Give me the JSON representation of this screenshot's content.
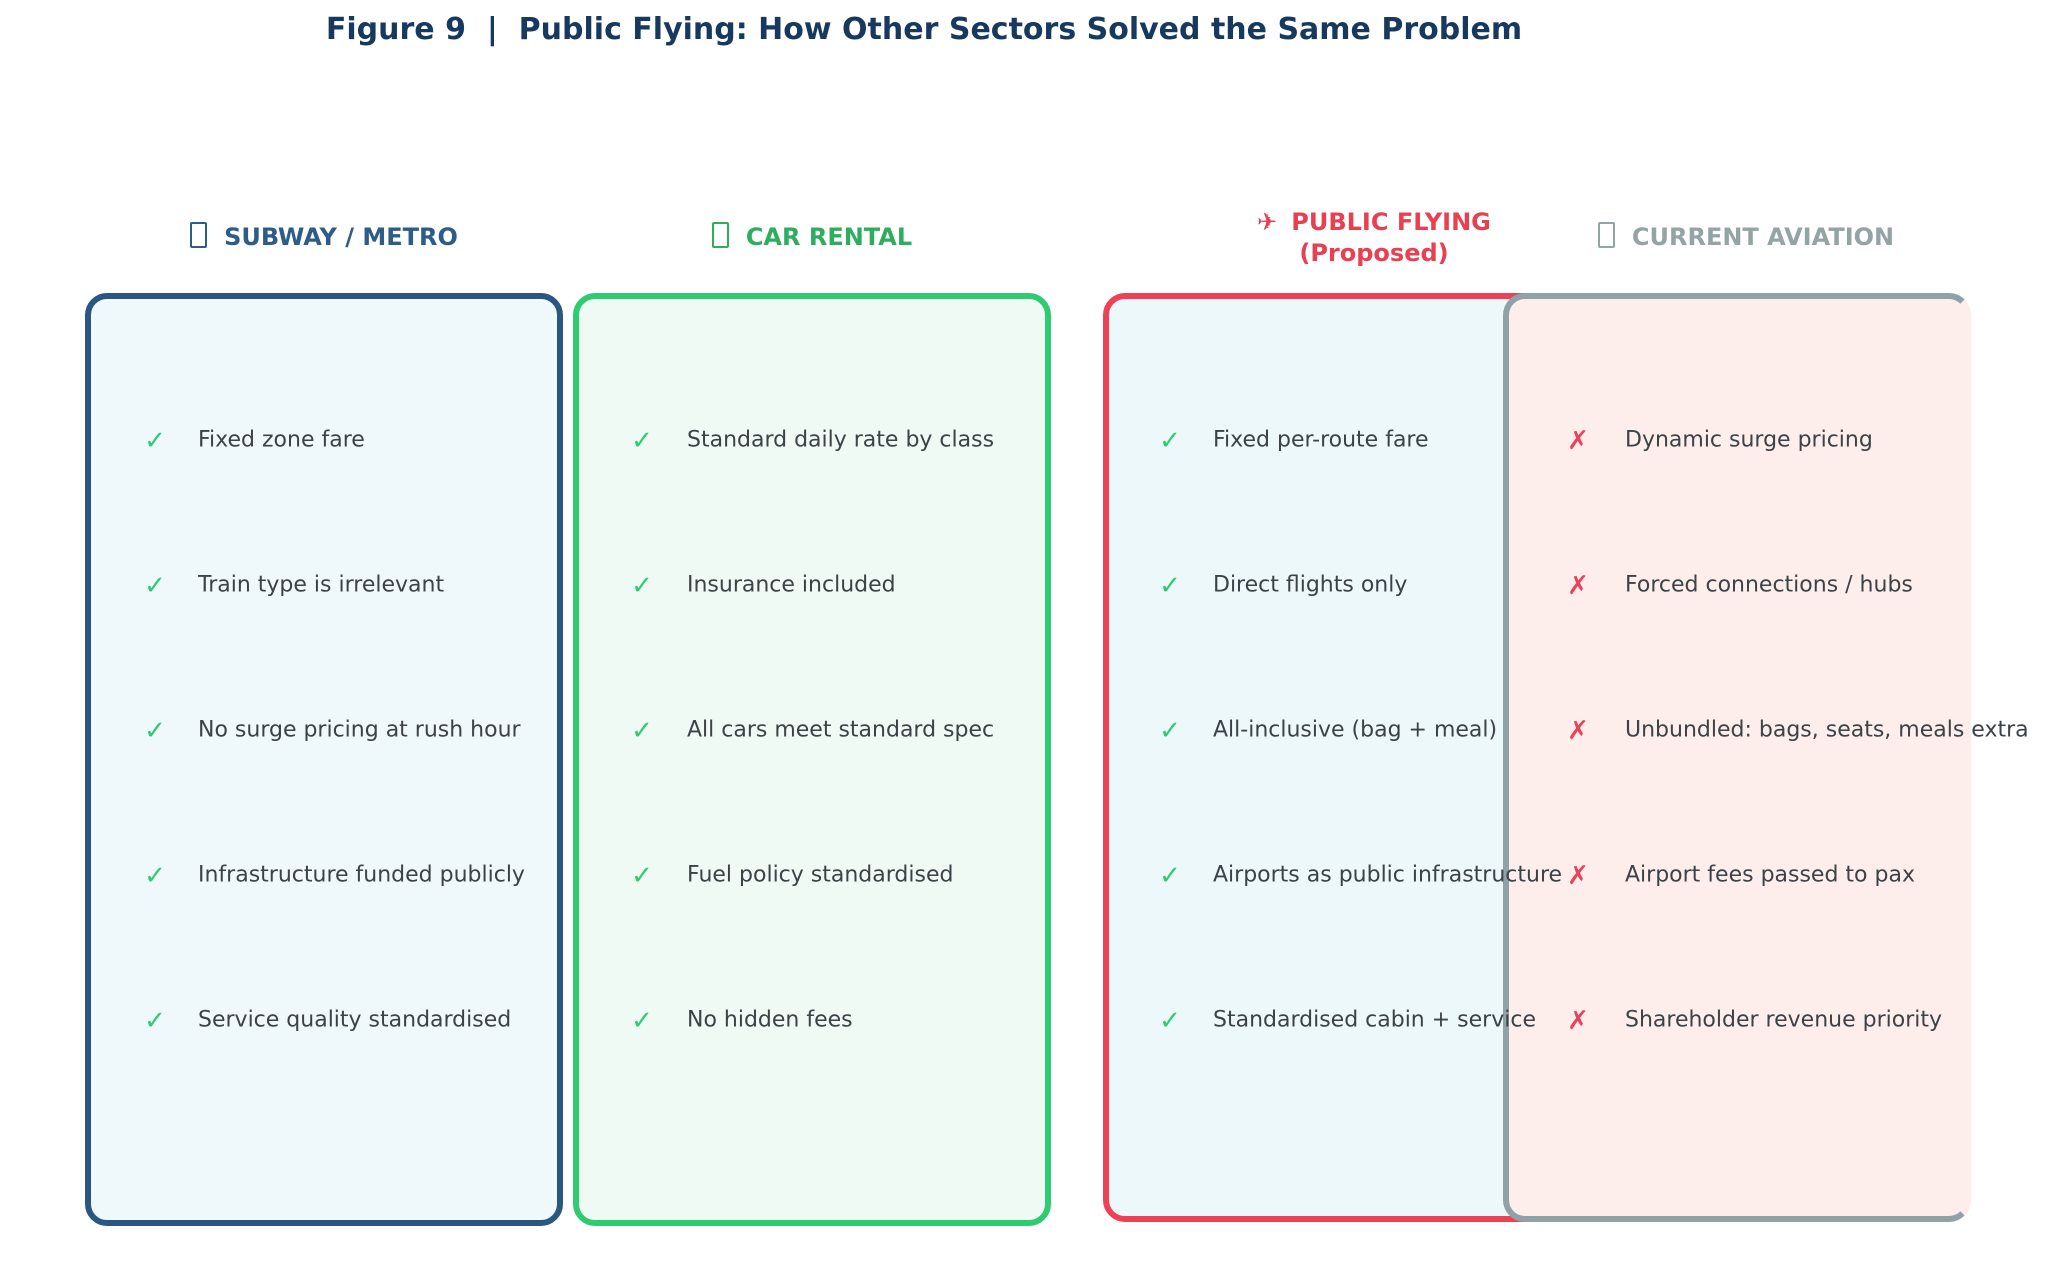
{
  "figure": {
    "title": "Figure 9  |  Public Flying: How Other Sectors Solved the Same Problem",
    "title_color": "#17395f"
  },
  "item_text_color": "#3c4247",
  "columns": [
    {
      "id": "subway-metro",
      "header": "SUBWAY / METRO",
      "header_icon": "missing-glyph",
      "mark": "check",
      "mark_glyph": "✓",
      "colors": {
        "header": "#2d5c8a",
        "border": "#2a5782",
        "background": "#eff8fa",
        "mark": "#2ecc71"
      },
      "items": [
        "Fixed zone fare",
        "Train type is irrelevant",
        "No surge pricing at rush hour",
        "Infrastructure funded publicly",
        "Service quality standardised"
      ]
    },
    {
      "id": "car-rental",
      "header": "CAR RENTAL",
      "header_icon": "missing-glyph",
      "mark": "check",
      "mark_glyph": "✓",
      "colors": {
        "header": "#2ead5f",
        "border": "#2ecc71",
        "background": "#effaf4",
        "mark": "#2ecc71"
      },
      "items": [
        "Standard daily rate by class",
        "Insurance included",
        "All cars meet standard spec",
        "Fuel policy standardised",
        "No hidden fees"
      ]
    },
    {
      "id": "public-flying",
      "header": "PUBLIC FLYING",
      "header_line2": "(Proposed)",
      "header_icon": "airplane",
      "header_icon_glyph": "✈",
      "mark": "check",
      "mark_glyph": "✓",
      "colors": {
        "header": "#e84051",
        "border": "#ee4156",
        "background": "#edf8fb",
        "mark": "#2ecc71"
      },
      "items": [
        "Fixed per-route fare",
        "Direct flights only",
        "All-inclusive (bag + meal)",
        "Airports as public infrastructure",
        "Standardised cabin + service"
      ]
    },
    {
      "id": "current-aviation",
      "header": "CURRENT AVIATION",
      "header_icon": "missing-glyph",
      "mark": "cross",
      "mark_glyph": "✗",
      "colors": {
        "header": "#94a3a4",
        "border": "#8fa2a8",
        "background": "#fdeeec",
        "mark": "#e8435a"
      },
      "items": [
        "Dynamic surge pricing",
        "Forced connections / hubs",
        "Unbundled: bags, seats, meals extra",
        "Airport fees passed to pax",
        "Shareholder revenue priority"
      ]
    }
  ],
  "chart_data": {
    "type": "table",
    "title": "Figure 9  |  Public Flying: How Other Sectors Solved the Same Problem",
    "legend_position": "none",
    "grid": false,
    "categories": [
      "SUBWAY / METRO",
      "CAR RENTAL",
      "PUBLIC FLYING (Proposed)",
      "CURRENT AVIATION"
    ],
    "series": [
      {
        "name": "SUBWAY / METRO",
        "mark": "check",
        "values": [
          "Fixed zone fare",
          "Train type is irrelevant",
          "No surge pricing at rush hour",
          "Infrastructure funded publicly",
          "Service quality standardised"
        ]
      },
      {
        "name": "CAR RENTAL",
        "mark": "check",
        "values": [
          "Standard daily rate by class",
          "Insurance included",
          "All cars meet standard spec",
          "Fuel policy standardised",
          "No hidden fees"
        ]
      },
      {
        "name": "PUBLIC FLYING (Proposed)",
        "mark": "check",
        "values": [
          "Fixed per-route fare",
          "Direct flights only",
          "All-inclusive (bag + meal)",
          "Airports as public infrastructure",
          "Standardised cabin + service"
        ]
      },
      {
        "name": "CURRENT AVIATION",
        "mark": "cross",
        "values": [
          "Dynamic surge pricing",
          "Forced connections / hubs",
          "Unbundled: bags, seats, meals extra",
          "Airport fees passed to pax",
          "Shareholder revenue priority"
        ]
      }
    ]
  }
}
